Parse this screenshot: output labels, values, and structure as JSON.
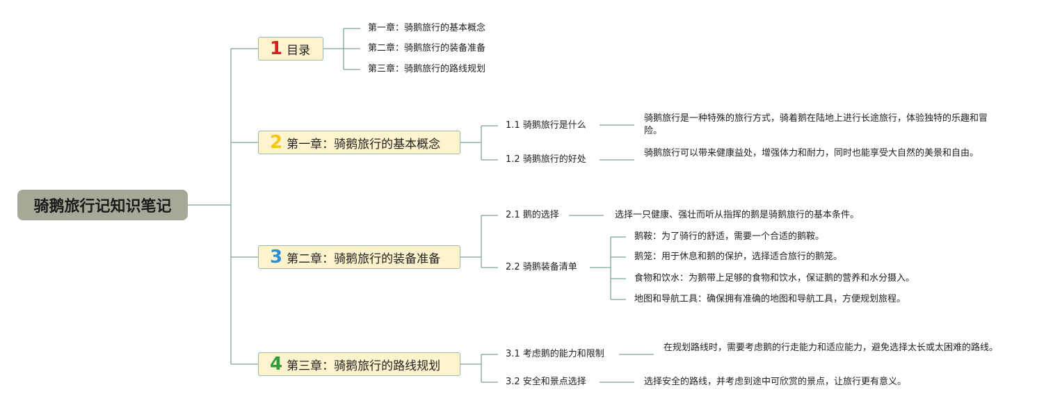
{
  "root": {
    "title": "骑鹅旅行记知识笔记"
  },
  "colors": {
    "line": "#7aa597",
    "branch_bg": "#fdf3cc",
    "root_bg": "#a8a898",
    "num1": "#d81e1e",
    "num2": "#f5c518",
    "num3": "#2b8fd6",
    "num4": "#2e9e3a"
  },
  "branches": [
    {
      "num": "1",
      "title": "目录",
      "children": [
        {
          "label": "第一章：骑鹅旅行的基本概念"
        },
        {
          "label": "第二章：骑鹅旅行的装备准备"
        },
        {
          "label": "第三章：骑鹅旅行的路线规划"
        }
      ]
    },
    {
      "num": "2",
      "title": "第一章：骑鹅旅行的基本概念",
      "children": [
        {
          "label": "1.1 骑鹅旅行是什么",
          "desc": "骑鹅旅行是一种特殊的旅行方式，骑着鹅在陆地上进行长途旅行，体验独特的乐趣和冒险。"
        },
        {
          "label": "1.2 骑鹅旅行的好处",
          "desc": "骑鹅旅行可以带来健康益处，增强体力和耐力，同时也能享受大自然的美景和自由。"
        }
      ]
    },
    {
      "num": "3",
      "title": "第二章：骑鹅旅行的装备准备",
      "children": [
        {
          "label": "2.1 鹅的选择",
          "desc": "选择一只健康、强壮而听从指挥的鹅是骑鹅旅行的基本条件。"
        },
        {
          "label": "2.2 骑鹅装备清单",
          "items": [
            "鹅鞍：为了骑行的舒适，需要一个合适的鹅鞍。",
            "鹅笼：用于休息和鹅的保护，选择适合旅行的鹅笼。",
            "食物和饮水：为鹅带上足够的食物和饮水，保证鹅的营养和水分摄入。",
            "地图和导航工具：确保拥有准确的地图和导航工具，方便规划旅程。"
          ]
        }
      ]
    },
    {
      "num": "4",
      "title": "第三章：骑鹅旅行的路线规划",
      "children": [
        {
          "label": "3.1 考虑鹅的能力和限制",
          "desc": "在规划路线时，需要考虑鹅的行走能力和适应能力，避免选择太长或太困难的路线。"
        },
        {
          "label": "3.2 安全和景点选择",
          "desc": "选择安全的路线，并考虑到途中可欣赏的景点，让旅行更有意义。"
        }
      ]
    }
  ]
}
